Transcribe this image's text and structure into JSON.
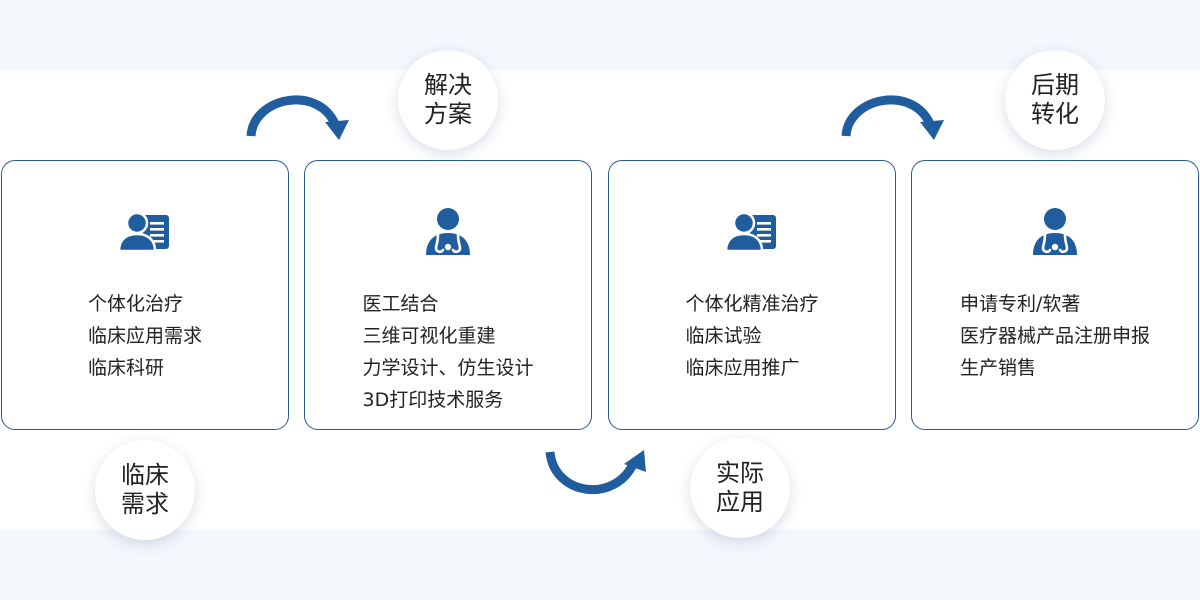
{
  "stages": [
    {
      "label": "临床需求"
    },
    {
      "label": "解决方案"
    },
    {
      "label": "实际应用"
    },
    {
      "label": "后期转化"
    }
  ],
  "cards": [
    {
      "icon": "patient-record-icon",
      "items": [
        "个体化治疗",
        "临床应用需求",
        "临床科研"
      ]
    },
    {
      "icon": "doctor-stethoscope-icon",
      "items": [
        "医工结合",
        "三维可视化重建",
        "力学设计、仿生设计",
        "3D打印技术服务"
      ]
    },
    {
      "icon": "patient-record-icon",
      "items": [
        "个体化精准治疗",
        "临床试验",
        "临床应用推广"
      ]
    },
    {
      "icon": "doctor-stethoscope-icon",
      "items": [
        "申请专利/软著",
        "医疗器械产品注册申报",
        "生产销售"
      ]
    }
  ],
  "colors": {
    "accent": "#1f5d9e",
    "border": "#2a5a93",
    "band": "#f4f7fc",
    "text": "#222222"
  }
}
